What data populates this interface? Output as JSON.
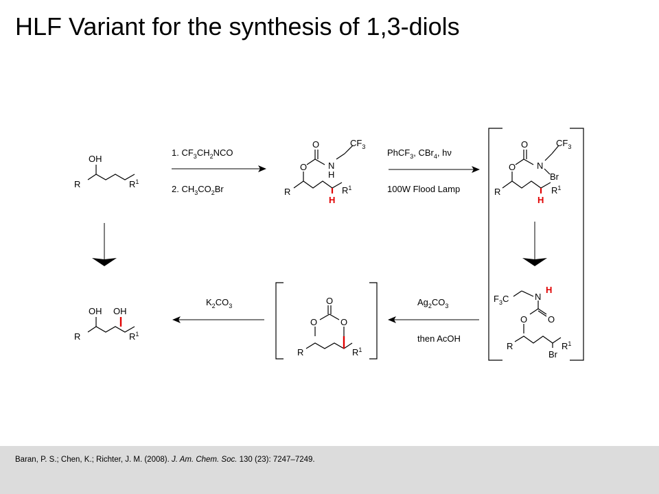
{
  "title": "HLF Variant for the synthesis of 1,3-diols",
  "colors": {
    "highlight": "#e00000",
    "footer_bg": "#dcdcdc",
    "line": "#000000"
  },
  "atoms": {
    "OH": "OH",
    "R": "R",
    "R1": "R",
    "sup1": "1",
    "O": "O",
    "N": "N",
    "H": "H",
    "Br": "Br",
    "CF": "CF",
    "C": "C",
    "F": "F",
    "sub3": "3"
  },
  "arrows": {
    "step1": {
      "line1": "1. CF3CH2NCO",
      "line2": "2. CH3CO2Br"
    },
    "step2": {
      "line1": "PhCF3, CBr4, hν",
      "line2": "100W Flood Lamp"
    },
    "step3": {
      "line1": "Ag2CO3",
      "line2": "then AcOH"
    },
    "step4": {
      "line1": "K2CO3"
    }
  },
  "reference": {
    "authors": "Baran, P. S.; Chen, K.; Richter, J. M. (2008).",
    "journal": "J. Am. Chem. Soc.",
    "details": "130 (23): 7247–7249."
  }
}
